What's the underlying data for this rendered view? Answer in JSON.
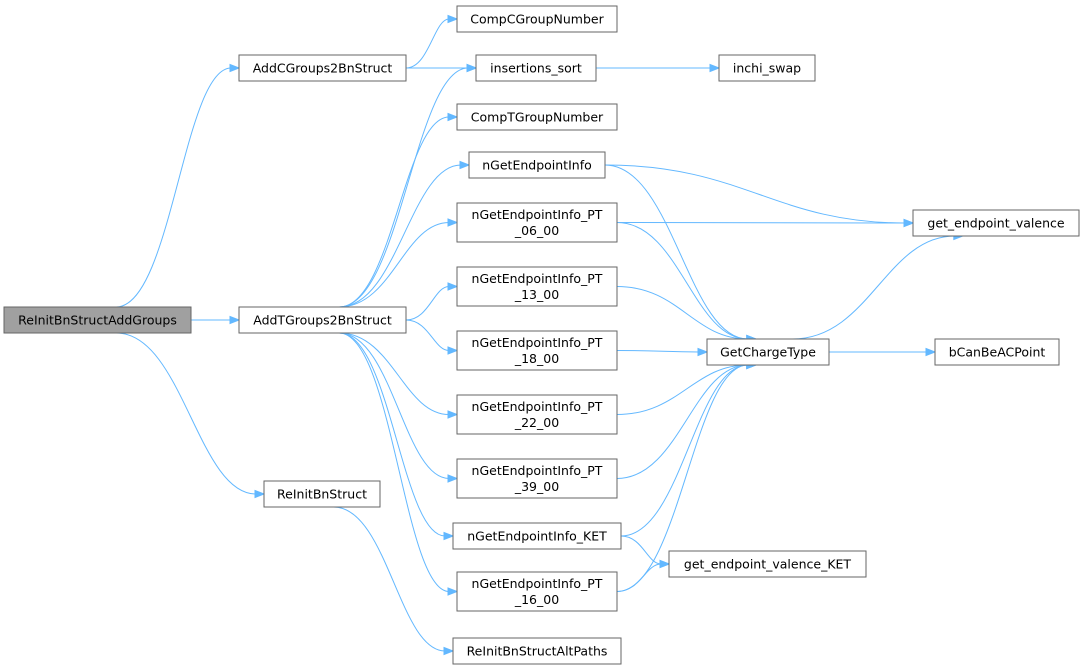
{
  "diagram": {
    "type": "call-graph",
    "colors": {
      "edge": "#63b8ff",
      "root_fill": "#a0a0a0",
      "node_fill": "#ffffff",
      "node_border": "#666666"
    },
    "nodes": [
      {
        "id": "root",
        "lines": [
          "ReInitBnStructAddGroups"
        ],
        "root": true
      },
      {
        "id": "addc",
        "lines": [
          "AddCGroups2BnStruct"
        ]
      },
      {
        "id": "addt",
        "lines": [
          "AddTGroups2BnStruct"
        ]
      },
      {
        "id": "reinit",
        "lines": [
          "ReInitBnStruct"
        ]
      },
      {
        "id": "compc",
        "lines": [
          "CompCGroupNumber"
        ]
      },
      {
        "id": "isort",
        "lines": [
          "insertions_sort"
        ]
      },
      {
        "id": "iswap",
        "lines": [
          "inchi_swap"
        ]
      },
      {
        "id": "compt",
        "lines": [
          "CompTGroupNumber"
        ]
      },
      {
        "id": "nge",
        "lines": [
          "nGetEndpointInfo"
        ]
      },
      {
        "id": "pt06",
        "lines": [
          "nGetEndpointInfo_PT",
          "_06_00"
        ]
      },
      {
        "id": "pt13",
        "lines": [
          "nGetEndpointInfo_PT",
          "_13_00"
        ]
      },
      {
        "id": "pt18",
        "lines": [
          "nGetEndpointInfo_PT",
          "_18_00"
        ]
      },
      {
        "id": "pt22",
        "lines": [
          "nGetEndpointInfo_PT",
          "_22_00"
        ]
      },
      {
        "id": "pt39",
        "lines": [
          "nGetEndpointInfo_PT",
          "_39_00"
        ]
      },
      {
        "id": "ket",
        "lines": [
          "nGetEndpointInfo_KET"
        ]
      },
      {
        "id": "pt16",
        "lines": [
          "nGetEndpointInfo_PT",
          "_16_00"
        ]
      },
      {
        "id": "altpaths",
        "lines": [
          "ReInitBnStructAltPaths"
        ]
      },
      {
        "id": "gev",
        "lines": [
          "get_endpoint_valence"
        ]
      },
      {
        "id": "gct",
        "lines": [
          "GetChargeType"
        ]
      },
      {
        "id": "bcan",
        "lines": [
          "bCanBeACPoint"
        ]
      },
      {
        "id": "gevket",
        "lines": [
          "get_endpoint_valence_KET"
        ]
      }
    ],
    "edges": [
      [
        "root",
        "addc"
      ],
      [
        "root",
        "addt"
      ],
      [
        "root",
        "reinit"
      ],
      [
        "addc",
        "compc"
      ],
      [
        "addc",
        "isort"
      ],
      [
        "isort",
        "iswap"
      ],
      [
        "addt",
        "isort"
      ],
      [
        "addt",
        "compt"
      ],
      [
        "addt",
        "nge"
      ],
      [
        "addt",
        "pt06"
      ],
      [
        "addt",
        "pt13"
      ],
      [
        "addt",
        "pt18"
      ],
      [
        "addt",
        "pt22"
      ],
      [
        "addt",
        "pt39"
      ],
      [
        "addt",
        "ket"
      ],
      [
        "addt",
        "pt16"
      ],
      [
        "reinit",
        "altpaths"
      ],
      [
        "nge",
        "gev"
      ],
      [
        "nge",
        "gct"
      ],
      [
        "pt06",
        "gev"
      ],
      [
        "pt06",
        "gct"
      ],
      [
        "pt13",
        "gct"
      ],
      [
        "pt18",
        "gct"
      ],
      [
        "pt22",
        "gct"
      ],
      [
        "pt39",
        "gct"
      ],
      [
        "ket",
        "gct"
      ],
      [
        "ket",
        "gevket"
      ],
      [
        "pt16",
        "gct"
      ],
      [
        "pt16",
        "gevket"
      ],
      [
        "gct",
        "gev"
      ],
      [
        "gct",
        "bcan"
      ]
    ]
  }
}
